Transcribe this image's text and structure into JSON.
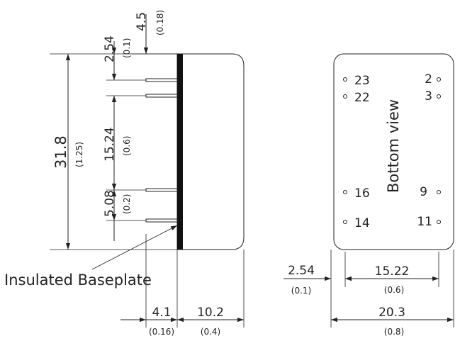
{
  "side_view": {
    "dims": {
      "top_offset": {
        "mm": "4.5",
        "inch": "(0.18)"
      },
      "pin_top_gap": {
        "mm": "2.54",
        "inch": "(0.1)"
      },
      "overall_height": {
        "mm": "31.8",
        "inch": "(1.25)"
      },
      "pin_span": {
        "mm": "15.24",
        "inch": "(0.6)"
      },
      "pin_pitch_bottom": {
        "mm": "5.08",
        "inch": "(0.2)"
      },
      "pin_length": {
        "mm": "4.1",
        "inch": "(0.16)"
      },
      "body_depth": {
        "mm": "10.2",
        "inch": "(0.4)"
      }
    },
    "label": "Insulated Baseplate"
  },
  "bottom_view": {
    "title": "Bottom view",
    "pins": [
      "23",
      "22",
      "2",
      "3",
      "16",
      "14",
      "9",
      "11"
    ],
    "dims": {
      "edge_offset": {
        "mm": "2.54",
        "inch": "(0.1)"
      },
      "pin_row_span": {
        "mm": "15.22",
        "inch": "(0.6)"
      },
      "overall_width": {
        "mm": "20.3",
        "inch": "(0.8)"
      }
    }
  }
}
